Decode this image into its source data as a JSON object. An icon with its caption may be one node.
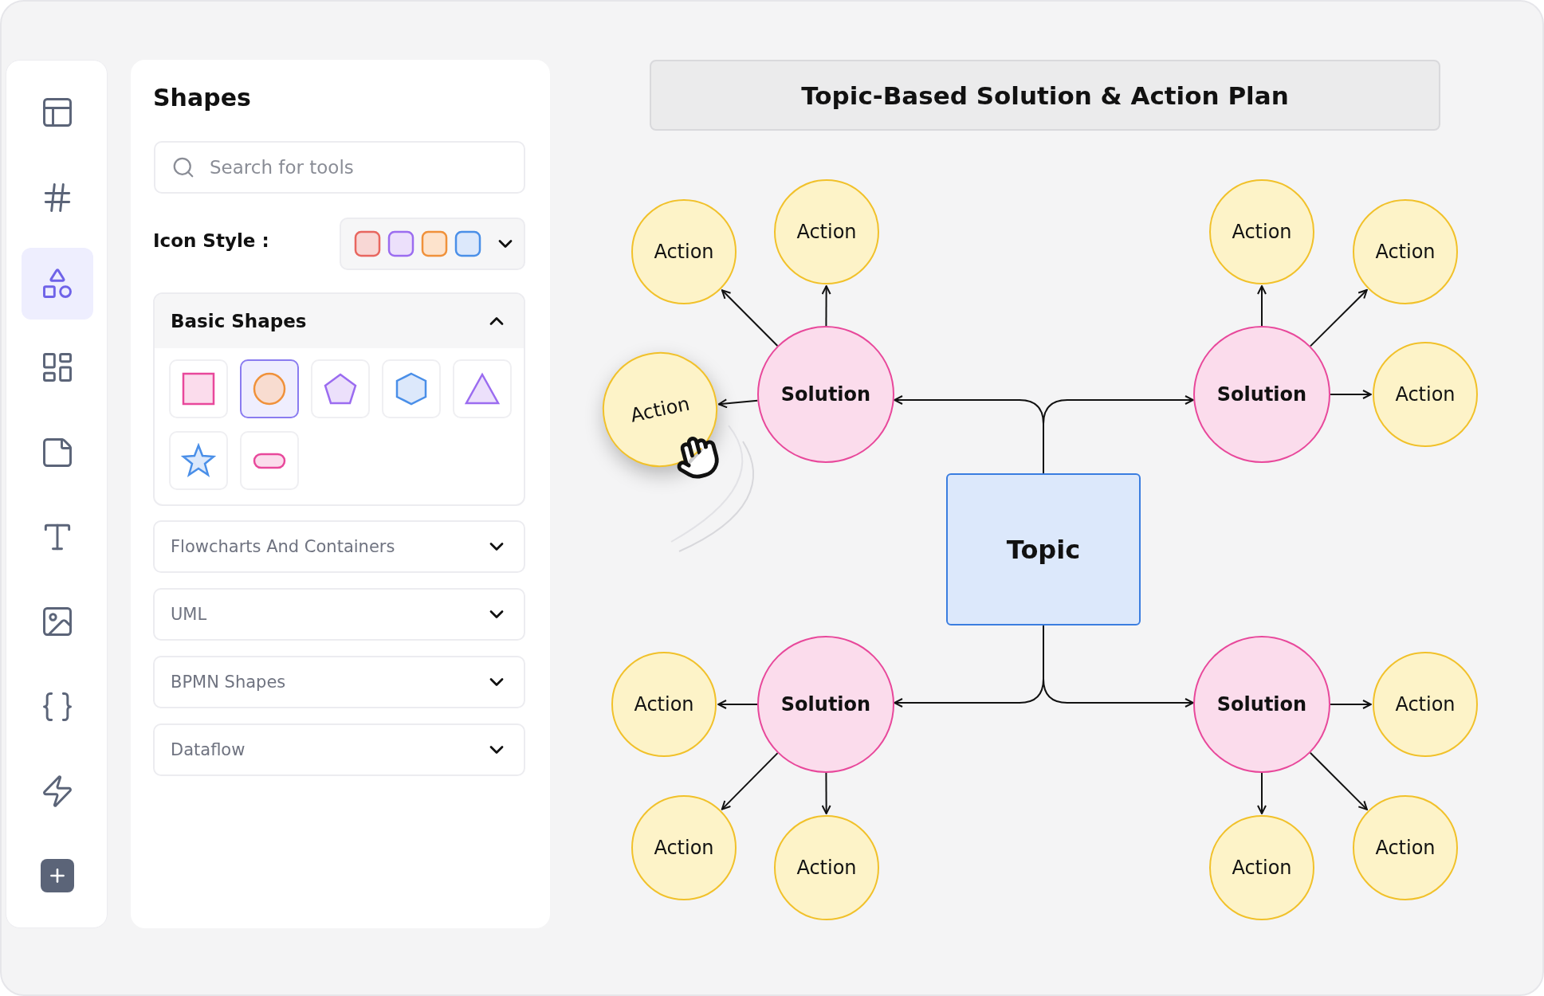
{
  "diagram": {
    "title": "Topic-Based Solution & Action Plan",
    "nodes": [
      {
        "text": [
          "Topic"
        ]
      },
      {
        "text": [
          "Solution"
        ]
      },
      {
        "text": [
          "Solution"
        ]
      },
      {
        "text": [
          "Solution"
        ]
      },
      {
        "text": [
          "Solution"
        ]
      },
      {
        "text": [
          "Action"
        ]
      },
      {
        "text": [
          "Action"
        ]
      },
      {
        "text": [
          "Action"
        ]
      },
      {
        "text": [
          "Action"
        ]
      },
      {
        "text": [
          "Action"
        ]
      },
      {
        "text": [
          "Action"
        ]
      },
      {
        "text": [
          "Action"
        ]
      },
      {
        "text": [
          "Action"
        ]
      },
      {
        "text": [
          "Action"
        ]
      },
      {
        "text": [
          "Action"
        ]
      },
      {
        "text": [
          "Action"
        ]
      },
      {
        "text": [
          "Action"
        ]
      }
    ],
    "edges": [
      {
        "from": 0,
        "to": 1,
        "arrow": "to"
      },
      {
        "from": 0,
        "to": 2,
        "arrow": "to"
      },
      {
        "from": 0,
        "to": 3,
        "arrow": "to"
      },
      {
        "from": 0,
        "to": 4,
        "arrow": "to"
      },
      {
        "from": 1,
        "to": 5,
        "arrow": "to"
      },
      {
        "from": 1,
        "to": 6,
        "arrow": "to"
      },
      {
        "from": 1,
        "to": 7,
        "arrow": "to"
      },
      {
        "from": 2,
        "to": 8,
        "arrow": "to"
      },
      {
        "from": 2,
        "to": 9,
        "arrow": "to"
      },
      {
        "from": 2,
        "to": 10,
        "arrow": "to"
      },
      {
        "from": 3,
        "to": 11,
        "arrow": "to"
      },
      {
        "from": 3,
        "to": 12,
        "arrow": "to"
      },
      {
        "from": 3,
        "to": 13,
        "arrow": "to"
      },
      {
        "from": 4,
        "to": 14,
        "arrow": "to"
      },
      {
        "from": 4,
        "to": 15,
        "arrow": "to"
      },
      {
        "from": 4,
        "to": 16,
        "arrow": "to"
      }
    ],
    "labels": [
      "Shapes",
      "Search for tools",
      "Icon Style :",
      "Basic Shapes",
      "Flowcharts And Containers",
      "UML",
      "BPMN Shapes",
      "Dataflow"
    ]
  }
}
